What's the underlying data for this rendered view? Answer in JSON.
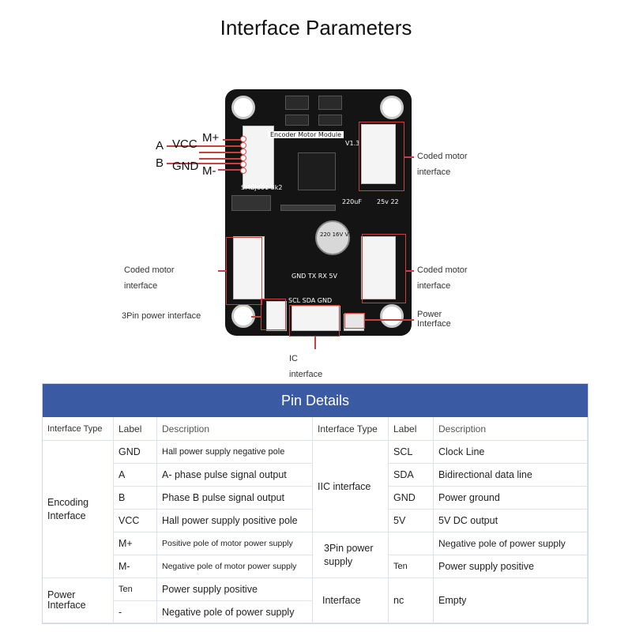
{
  "title": "Interface Parameters",
  "board": {
    "module_name": "Encoder Motor Module",
    "version": "V1.3",
    "cap_top": "220uF",
    "cap_top2": "25v 22",
    "cap_round": "220 16V VT",
    "bottom_pins_1": "GND TX RX 5V",
    "bottom_pins_2": "SCL SDA GND",
    "side_label": "SMBJ601 3k2"
  },
  "left_wires": {
    "a": "A",
    "vcc": "VCC",
    "mplus": "M+",
    "b": "B",
    "gnd": "GND",
    "mminus": "M-"
  },
  "callouts": {
    "coded_motor_tr_1": "Coded motor",
    "coded_motor_tr_2": "interface",
    "coded_motor_l_1": "Coded motor",
    "coded_motor_l_2": "interface",
    "coded_motor_r_1": "Coded motor",
    "coded_motor_r_2": "interface",
    "three_pin": "3Pin power interface",
    "power_1": "Power",
    "power_2": "Interface",
    "ic_1": "IC",
    "ic_2": "interface"
  },
  "table": {
    "heading": "Pin Details",
    "col_type": "Interface Type",
    "col_label": "Label",
    "col_desc": "Description",
    "left": {
      "encoding_1": "Encoding",
      "encoding_2": "Interface",
      "power_1": "Power",
      "power_2": "Interface",
      "rows": [
        {
          "label": "GND",
          "desc": "Hall power supply negative pole"
        },
        {
          "label": "A",
          "desc": "A- phase pulse signal output"
        },
        {
          "label": "B",
          "desc": "Phase B pulse signal output"
        },
        {
          "label": "VCC",
          "desc": "Hall power supply positive pole"
        },
        {
          "label": "M+",
          "desc": "Positive pole of motor power supply"
        },
        {
          "label": "M-",
          "desc": "Negative pole of motor power supply"
        },
        {
          "label": "Ten",
          "desc": "Power supply positive"
        },
        {
          "label": "-",
          "desc": "Negative pole of power supply"
        }
      ]
    },
    "right": {
      "iic": "IIC interface",
      "three_pin_1": "3Pin power",
      "three_pin_2": "supply",
      "interface": "Interface",
      "rows": [
        {
          "label": "SCL",
          "desc": "Clock Line"
        },
        {
          "label": "SDA",
          "desc": "Bidirectional data line"
        },
        {
          "label": "GND",
          "desc": "Power ground"
        },
        {
          "label": "5V",
          "desc": "5V DC output"
        },
        {
          "label": "",
          "desc": "Negative pole of power supply"
        },
        {
          "label": "Ten",
          "desc": "Power supply positive"
        },
        {
          "label": "nc",
          "desc": "Empty"
        }
      ]
    }
  }
}
